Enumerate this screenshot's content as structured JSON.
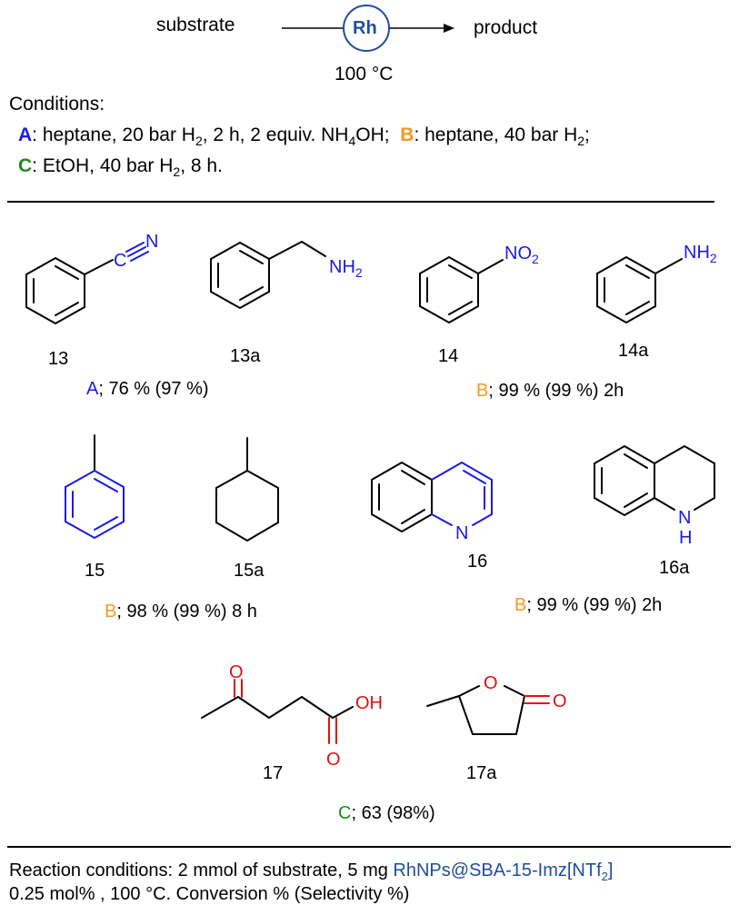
{
  "scheme": {
    "substrate": "substrate",
    "catalyst": "Rh",
    "product": "product",
    "temperature": "100 °C"
  },
  "conditions": {
    "heading": "Conditions:",
    "A_key": "A",
    "A_text_1": ": heptane, 20 bar H",
    "A_sub_1": "2",
    "A_text_2": ", 2 h, 2 equiv. NH",
    "A_sub_2": "4",
    "A_text_3": "OH;",
    "B_key": "B",
    "B_text_1": ": heptane, 40 bar H",
    "B_sub_1": "2",
    "B_text_2": ";",
    "C_key": "C",
    "C_text_1": ":  EtOH, 40 bar H",
    "C_sub_1": "2",
    "C_text_2": ", 8 h."
  },
  "compounds": {
    "c13": {
      "label": "13",
      "atom_C": "C",
      "atom_N": "N"
    },
    "c13a": {
      "label": "13a",
      "atom": "NH",
      "atom_sub": "2"
    },
    "c14": {
      "label": "14",
      "atom": "NO",
      "atom_sub": "2"
    },
    "c14a": {
      "label": "14a",
      "atom": "NH",
      "atom_sub": "2"
    },
    "c15": {
      "label": "15"
    },
    "c15a": {
      "label": "15a"
    },
    "c16": {
      "label": "16",
      "atom": "N"
    },
    "c16a": {
      "label": "16a",
      "atom_N": "N",
      "atom_H": "H"
    },
    "c17": {
      "label": "17",
      "atom_O1": "O",
      "atom_OH": "OH",
      "atom_O2": "O"
    },
    "c17a": {
      "label": "17a",
      "atom_O1": "O",
      "atom_O2": "O"
    }
  },
  "results": {
    "r13": {
      "key": "A",
      "text": "; 76 % (97 %)"
    },
    "r14": {
      "key": "B",
      "text": "; 99 % (99 %) 2h"
    },
    "r15": {
      "key": "B",
      "text": "; 98 % (99 %) 8 h"
    },
    "r16": {
      "key": "B",
      "text": "; 99 % (99 %) 2h"
    },
    "r17": {
      "key": "C",
      "text": "; 63 (98%)"
    }
  },
  "footer": {
    "line1_a": "Reaction conditions: 2 mmol of substrate, 5 mg ",
    "catalyst_a": "RhNPs@SBA-15-Imz[NTf",
    "catalyst_sub": "2",
    "catalyst_b": "]",
    "line2": "0.25 mol% , 100 °C.  Conversion % (Selectivity %)"
  },
  "colors": {
    "blue": "#1a1ae6",
    "orange": "#f59a23",
    "green": "#1f8a1f",
    "navy": "#1f4e9a",
    "red": "#e01010"
  }
}
